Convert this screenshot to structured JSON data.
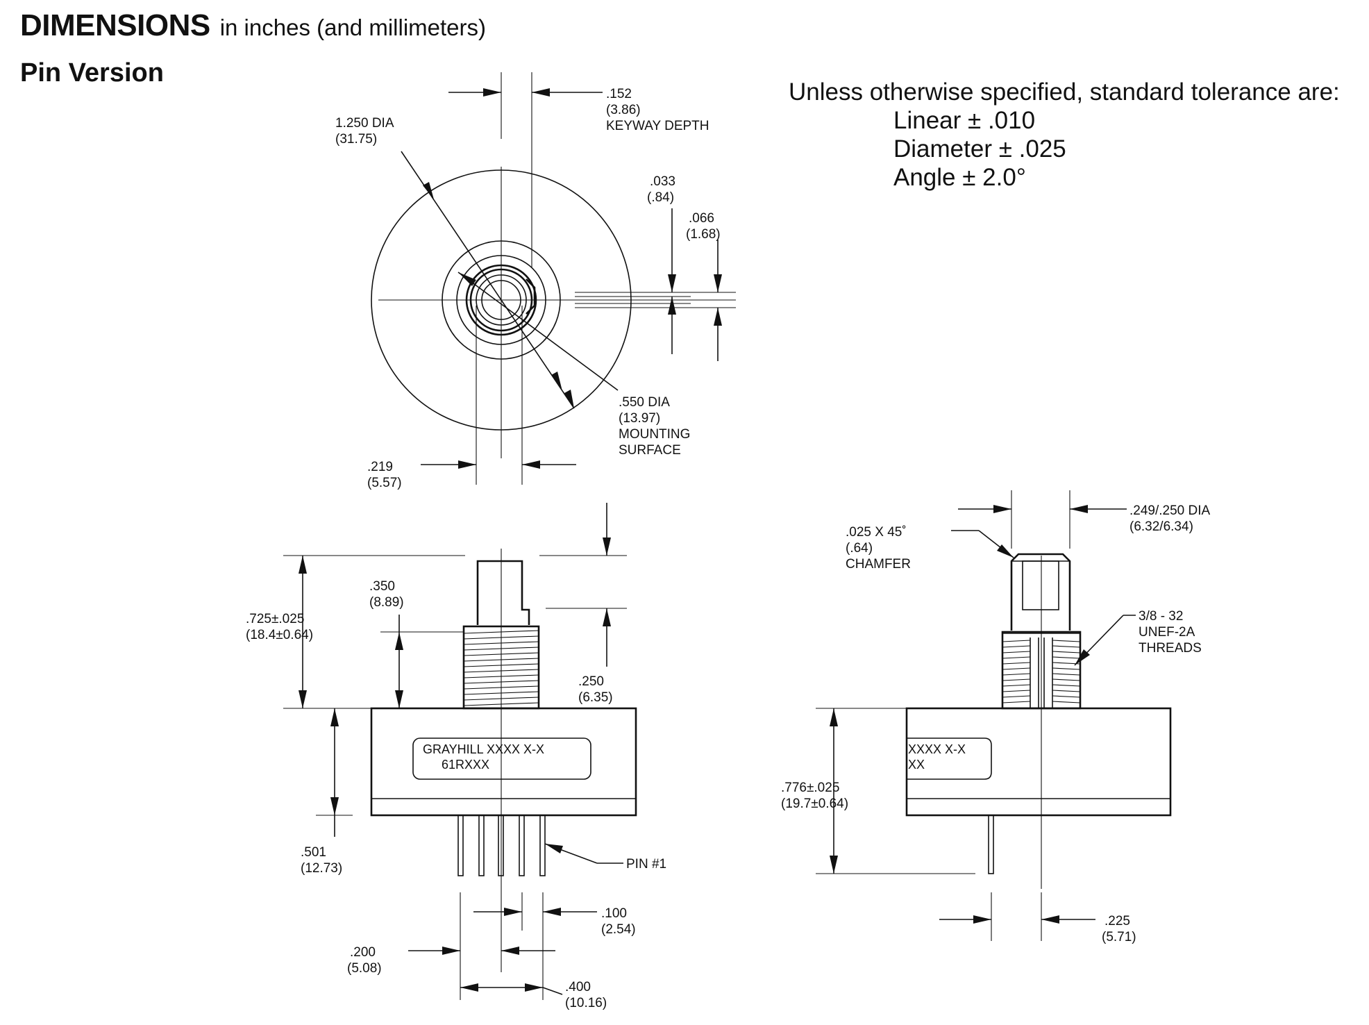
{
  "header": {
    "title": "DIMENSIONS",
    "title_suffix": "in inches (and millimeters)",
    "subtitle": "Pin Version"
  },
  "tolerance": {
    "intro": "Unless otherwise specified, standard tolerance are:",
    "linear": "Linear ± .010",
    "diameter": "Diameter ± .025",
    "angle": "Angle ± 2.0°"
  },
  "top_view": {
    "keyway": [
      ".152",
      "(3.86)",
      "KEYWAY DEPTH"
    ],
    "body_dia": [
      "1.250 DIA",
      "(31.75)"
    ],
    "dim_033": [
      ".033",
      "(.84)"
    ],
    "dim_066": [
      ".066",
      "(1.68)"
    ],
    "mounting": [
      ".550 DIA",
      "(13.97)",
      "MOUNTING",
      "SURFACE"
    ],
    "dim_219": [
      ".219",
      "(5.57)"
    ]
  },
  "front_view": {
    "dim_725": [
      ".725±.025",
      "(18.4±0.64)"
    ],
    "dim_350": [
      ".350",
      "(8.89)"
    ],
    "dim_250": [
      ".250",
      "(6.35)"
    ],
    "label_line1": "GRAYHILL XXXX X-X",
    "label_line2": "61RXXX",
    "dim_501": [
      ".501",
      "(12.73)"
    ],
    "pin1": "PIN #1",
    "dim_100": [
      ".100",
      "(2.54)"
    ],
    "dim_200": [
      ".200",
      "(5.08)"
    ],
    "dim_400": [
      ".400",
      "(10.16)"
    ]
  },
  "side_view": {
    "shaft_dia": [
      ".249/.250 DIA",
      "(6.32/6.34)"
    ],
    "chamfer": [
      ".025 X 45˚",
      "(.64)",
      "CHAMFER"
    ],
    "threads": [
      "3/8 - 32",
      "UNEF-2A",
      "THREADS"
    ],
    "label_line1": "XXXX X-X",
    "label_line2": "XX",
    "dim_776": [
      ".776±.025",
      "(19.7±0.64)"
    ],
    "dim_225": [
      ".225",
      "(5.71)"
    ]
  }
}
